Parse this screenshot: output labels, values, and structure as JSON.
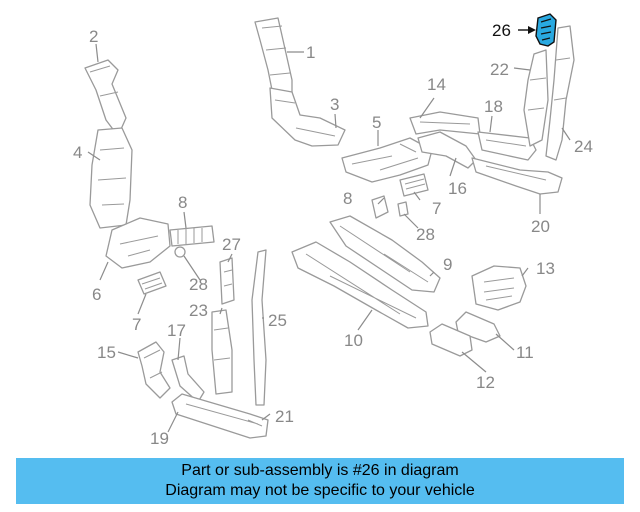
{
  "diagram": {
    "callouts": [
      "1",
      "2",
      "3",
      "4",
      "5",
      "6",
      "7",
      "7",
      "8",
      "8",
      "9",
      "10",
      "11",
      "12",
      "13",
      "14",
      "15",
      "16",
      "17",
      "18",
      "19",
      "20",
      "21",
      "22",
      "23",
      "24",
      "25",
      "26",
      "27",
      "28",
      "28"
    ],
    "highlighted_part": "26",
    "highlight_color": "#29a9e1"
  },
  "banner": {
    "line1": "Part or sub-assembly is #26 in diagram",
    "line2": "Diagram may not be specific to your vehicle",
    "color": "#55bdf0"
  }
}
